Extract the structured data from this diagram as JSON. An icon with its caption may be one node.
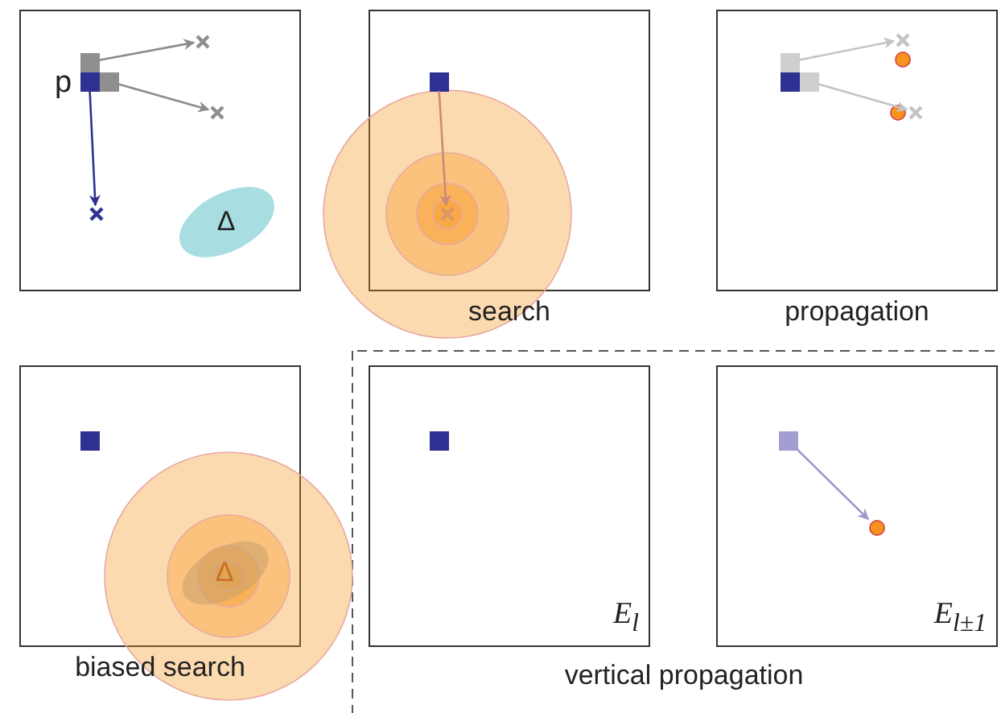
{
  "diagram": {
    "nodes": [
      {
        "text": [],
        "shape": "box"
      },
      {
        "text": [],
        "shape": "box",
        "in": 0,
        "beside": [
          "p"
        ]
      },
      {
        "text": [],
        "shape": "box",
        "in": 0
      },
      {
        "text": [],
        "shape": "box",
        "in": 0
      },
      {
        "text": [],
        "shape": "cross",
        "in": 0
      },
      {
        "text": [],
        "shape": "cross",
        "in": 0
      },
      {
        "text": [],
        "shape": "cross",
        "in": 0
      },
      {
        "text": [
          "Δ"
        ],
        "in": 0
      },
      {
        "text": [],
        "shape": "box",
        "beside": [
          "search"
        ]
      },
      {
        "text": [],
        "shape": "box",
        "in": 8
      },
      {
        "text": [],
        "shape": "cross",
        "in": 8
      },
      {
        "text": [],
        "shape": "box",
        "beside": [
          "propagation"
        ]
      },
      {
        "text": [],
        "shape": "box",
        "in": 11
      },
      {
        "text": [],
        "shape": "box",
        "in": 11
      },
      {
        "text": [],
        "shape": "box",
        "in": 11
      },
      {
        "text": [],
        "shape": "cross",
        "in": 11
      },
      {
        "text": [],
        "shape": "circle",
        "in": 11
      },
      {
        "text": [],
        "shape": "circle",
        "in": 11
      },
      {
        "text": [],
        "shape": "cross",
        "in": 11
      },
      {
        "text": [],
        "shape": "box",
        "beside": [
          "biased search"
        ]
      },
      {
        "text": [],
        "shape": "box",
        "in": 19
      },
      {
        "text": [
          "Δ"
        ],
        "in": 19
      },
      {
        "text": [
          "E$_{l}$"
        ]
      },
      {
        "text": [],
        "shape": "box",
        "in": 22
      },
      {
        "text": [
          "E$_{l±1}$"
        ]
      },
      {
        "text": [],
        "shape": "box",
        "in": 24
      },
      {
        "text": [],
        "shape": "circle",
        "in": 24
      }
    ],
    "edges": [
      {
        "from": 2,
        "to": 4,
        "arrow": "to",
        "color": "#8c8c8c"
      },
      {
        "from": 3,
        "to": 5,
        "arrow": "to",
        "color": "#8c8c8c"
      },
      {
        "from": 1,
        "to": 6,
        "arrow": "to",
        "color": "#2e3192"
      },
      {
        "from": 9,
        "to": 10,
        "arrow": "to",
        "color": "#c98a7a"
      },
      {
        "from": 12,
        "to": 15,
        "arrow": "to",
        "color": "#c4c4c4"
      },
      {
        "from": 14,
        "to": 18,
        "arrow": "to",
        "color": "#c4c4c4"
      },
      {
        "from": 25,
        "to": 26,
        "arrow": "to",
        "color": "#9c98cc"
      }
    ],
    "labels": [
      "vertical propagation"
    ]
  }
}
